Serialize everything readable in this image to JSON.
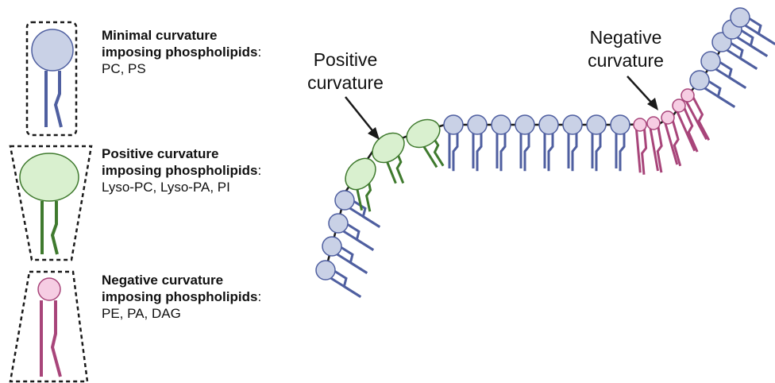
{
  "legend": [
    {
      "title_line1": "Minimal curvature",
      "title_line2": "imposing phospholipids",
      "colon": ":",
      "examples": "PC, PS",
      "color_head": "#c9d1e6",
      "color_tail": "#4f5fa0"
    },
    {
      "title_line1": "Positive curvature",
      "title_line2": "imposing phospholipids",
      "colon": ":",
      "examples": "Lyso-PC, Lyso-PA, PI",
      "color_head": "#d9f0cf",
      "color_tail": "#3f7a2e"
    },
    {
      "title_line1": "Negative curvature",
      "title_line2": "imposing phospholipids",
      "colon": ":",
      "examples": "PE, PA, DAG",
      "color_head": "#f6cde3",
      "color_tail": "#a8457a"
    }
  ],
  "callouts": {
    "positive_line1": "Positive",
    "positive_line2": "curvature",
    "negative_line1": "Negative",
    "negative_line2": "curvature"
  },
  "colors": {
    "minimal_head": "#c9d1e6",
    "minimal_stroke": "#4f5fa0",
    "positive_head": "#d9f0cf",
    "positive_stroke": "#3f7a2e",
    "negative_head": "#f6cde3",
    "negative_stroke": "#a8457a",
    "membrane_line": "#1a1a1a"
  }
}
